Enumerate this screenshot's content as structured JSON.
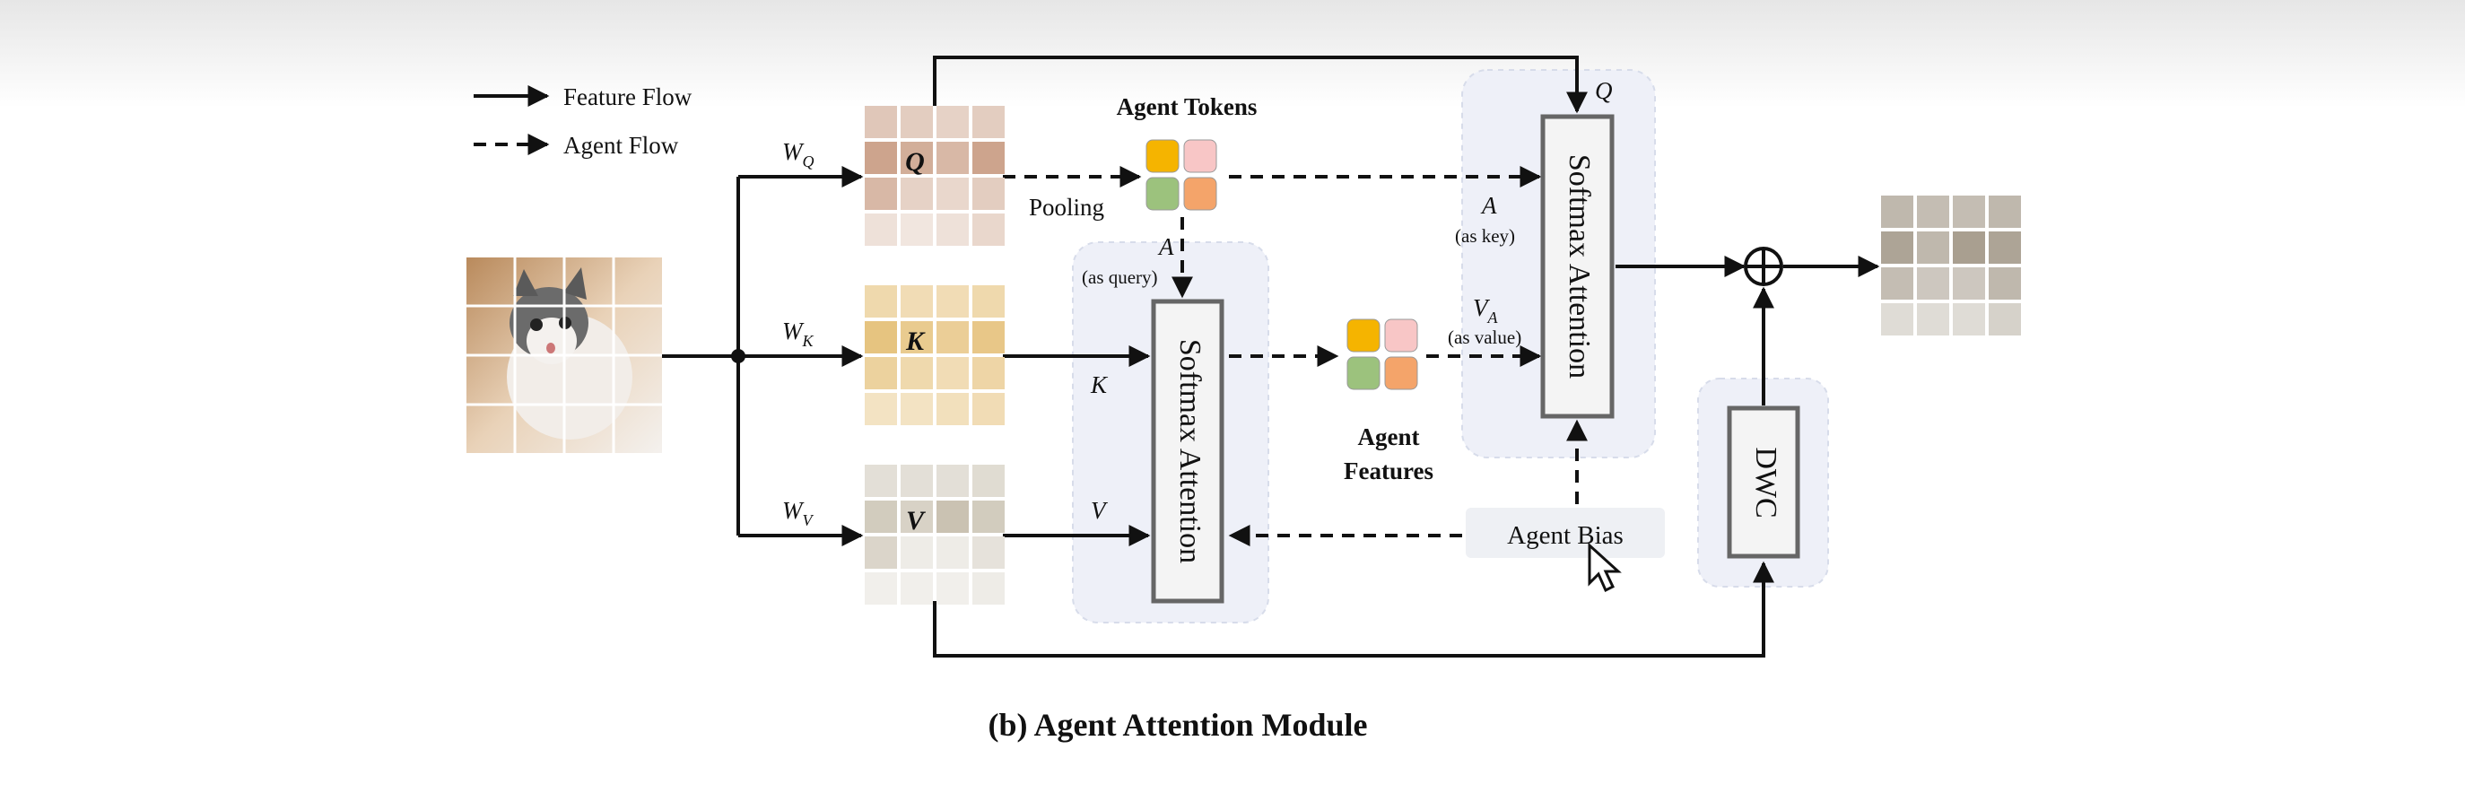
{
  "legend": {
    "feature_flow": "Feature Flow",
    "agent_flow": "Agent Flow"
  },
  "weights": {
    "wq_main": "W",
    "wq_sub": "Q",
    "wk_main": "W",
    "wk_sub": "K",
    "wv_main": "W",
    "wv_sub": "V"
  },
  "matrices": {
    "q_label": "Q",
    "k_label": "K",
    "v_label": "V",
    "q_color": "#c79a80",
    "k_color": "#e2b96a",
    "v_color": "#c7bfae"
  },
  "agent_tokens": {
    "title": "Agent Tokens",
    "pooling": "Pooling",
    "colors": [
      "#f5b400",
      "#f8c6c6",
      "#9cc27d",
      "#f4a46a"
    ]
  },
  "labels": {
    "a_query": "A",
    "a_query_note": "(as query)",
    "k_in": "K",
    "v_in": "V",
    "q_top": "Q",
    "a_key": "A",
    "a_key_note": "(as key)",
    "va_main": "V",
    "va_sub": "A",
    "va_note": "(as value)"
  },
  "softmax_left": "Softmax Attention",
  "softmax_right": "Softmax Attention",
  "agent_features": {
    "line1": "Agent",
    "line2": "Features"
  },
  "agent_bias": "Agent Bias",
  "dwc": "DWC",
  "plus_symbol": "⊕",
  "caption": "(b) Agent Attention Module"
}
